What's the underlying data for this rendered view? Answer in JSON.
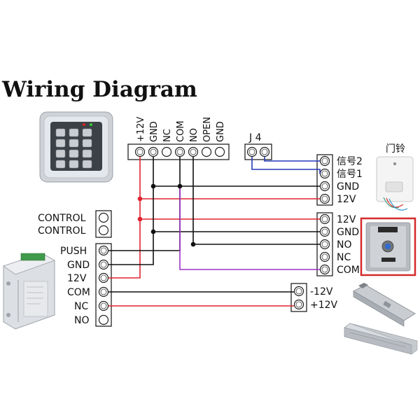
{
  "title": "Wiring Diagram",
  "colors": {
    "black": "#111111",
    "red": "#e0232f",
    "blue": "#2439b8",
    "purple": "#9b35c6",
    "highlight": "#d42a2a"
  },
  "top_block": {
    "labels": [
      "+12V",
      "GND",
      "NC",
      "COM",
      "NO",
      "OPEN",
      "GND"
    ]
  },
  "j4": {
    "label": "J 4"
  },
  "doorbell": {
    "title": "门铃",
    "labels": [
      "信号2",
      "信号1",
      "GND",
      "12V"
    ]
  },
  "exit_button": {
    "labels": [
      "12V",
      "GND",
      "NO",
      "NC",
      "COM"
    ]
  },
  "control": {
    "labels": [
      "CONTROL",
      "CONTROL"
    ]
  },
  "power_supply": {
    "labels": [
      "PUSH",
      "GND",
      "12V",
      "COM",
      "NC",
      "NO"
    ]
  },
  "lock": {
    "labels": [
      "-12V",
      "+12V"
    ]
  },
  "icons": [
    "keypad-icon",
    "doorbell-icon",
    "exit-button-icon",
    "power-supply-icon",
    "electric-bolt-lock-icon",
    "magnetic-lock-icon"
  ]
}
